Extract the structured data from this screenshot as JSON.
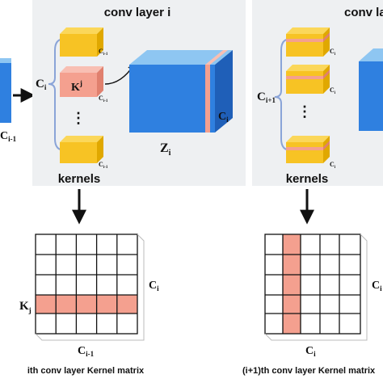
{
  "panels": {
    "left": {
      "title": "conv layer i",
      "z_label": "Z",
      "z_sub": "i",
      "z_channel": "C",
      "z_channel_sub": "i",
      "kernel_count": "C",
      "kernel_count_sub": "i",
      "kernel_label": "K",
      "kernel_sup": "j",
      "kernel_channel": "C",
      "kernel_channel_sub": "i-1",
      "ellipsis": "⋮",
      "kernels_label": "kernels"
    },
    "right": {
      "title": "conv layer i",
      "kernel_count": "C",
      "kernel_count_sub": "i+1",
      "kernel_channel": "C",
      "kernel_channel_sub": "i",
      "ellipsis": "⋮",
      "kernels_label": "kernels"
    },
    "input": {
      "channel": "C",
      "channel_sub": "i-1"
    }
  },
  "matrices": {
    "left": {
      "caption": "ith conv layer Kernel matrix",
      "row_label": "K",
      "row_label_sub": "j",
      "right_label": "C",
      "right_label_sub": "i",
      "bottom_label": "C",
      "bottom_label_sub": "i-1",
      "highlight": "row 4"
    },
    "right": {
      "caption": "(i+1)th conv layer Kernel matrix",
      "right_label": "C",
      "right_label_sub": "i",
      "bottom_label": "C",
      "bottom_label_sub": "i",
      "highlight": "column 2"
    }
  },
  "colors": {
    "panel_bg": "#eef0f2",
    "kernel_yellow": "#f7c324",
    "kernel_yellow_top": "#fbd75a",
    "kernel_yellow_side": "#e0a800",
    "highlight": "#f4a08f",
    "tensor_blue": "#2f80e0",
    "tensor_blue_top": "#8ec6f2",
    "tensor_blue_side": "#1f5fb8",
    "bracket": "#8aa4d8"
  }
}
